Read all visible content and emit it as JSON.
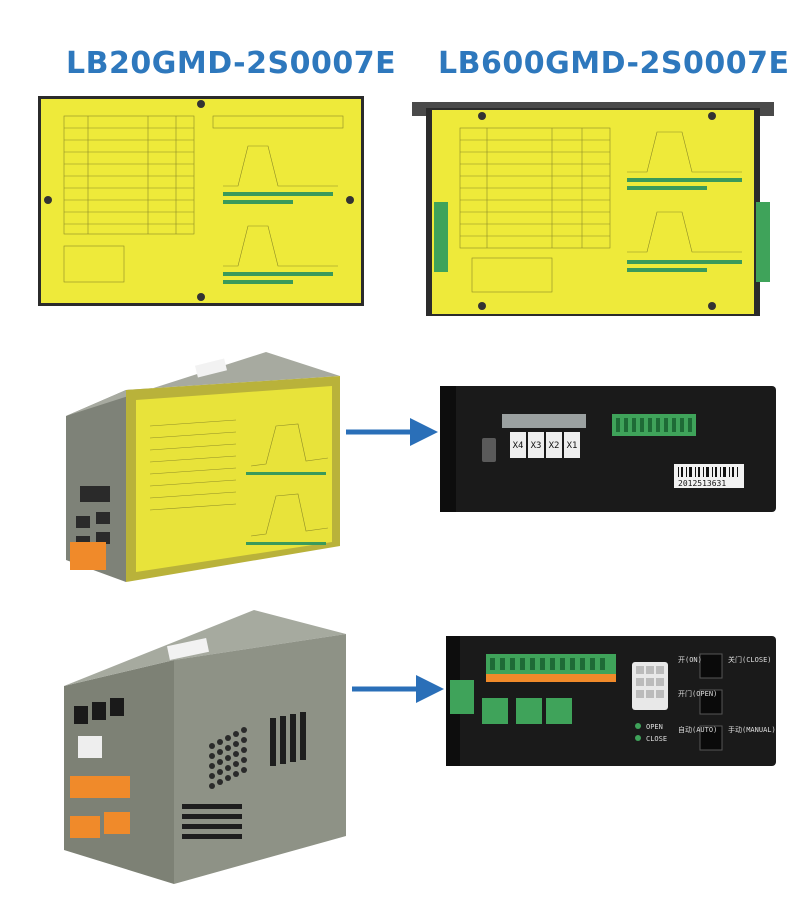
{
  "titles": {
    "left": "LB20GMD-2S0007E",
    "right": "LB600GMD-2S0007E"
  },
  "panels": {
    "serial_label": "2012513631",
    "terminal_labels": [
      "X4",
      "X3",
      "X2",
      "X1"
    ],
    "switch_labels": {
      "close": "关门(CLOSE)",
      "manual": "手动(MANUAL)",
      "open": "开门(OPEN)",
      "auto": "自动(AUTO)",
      "power_on": "开(ON)",
      "led_open": "OPEN",
      "led_close": "CLOSE"
    }
  },
  "colors": {
    "title": "#2e78bd",
    "arrow": "#2a6fb8",
    "label_yellow": "#eeea3a",
    "metal_gray": "#8c9088",
    "panel_black": "#1a1a1a",
    "terminal_green": "#3fa35a",
    "terminal_orange": "#f08a2a"
  }
}
